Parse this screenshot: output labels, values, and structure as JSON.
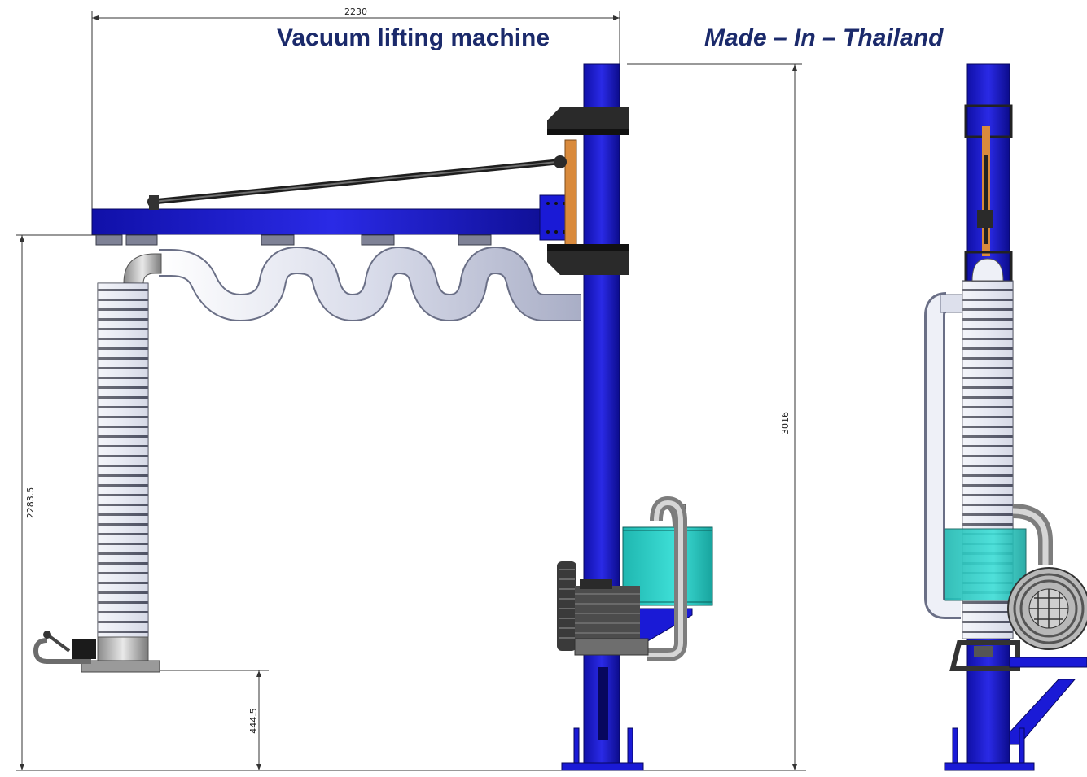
{
  "title": {
    "main": "Vacuum lifting machine",
    "origin": "Made – In – Thailand"
  },
  "dimensions": {
    "overall_width": "2230",
    "overall_height": "3016",
    "arm_height": "2283.5",
    "base_height": "444.5"
  },
  "colors": {
    "frame_blue": "#1a1ad6",
    "frame_blue_dark": "#0c0c8c",
    "hose_light": "#e6e8f2",
    "hose_outline": "#6a6f86",
    "motor_teal": "#2fd0c8",
    "title_navy": "#1b2a6b",
    "bracket_black": "#2a2a2a",
    "orange": "#d98a3c"
  },
  "icons": [
    "vacuum-tube-icon",
    "blower-motor-icon",
    "filter-box-icon",
    "handle-icon"
  ]
}
